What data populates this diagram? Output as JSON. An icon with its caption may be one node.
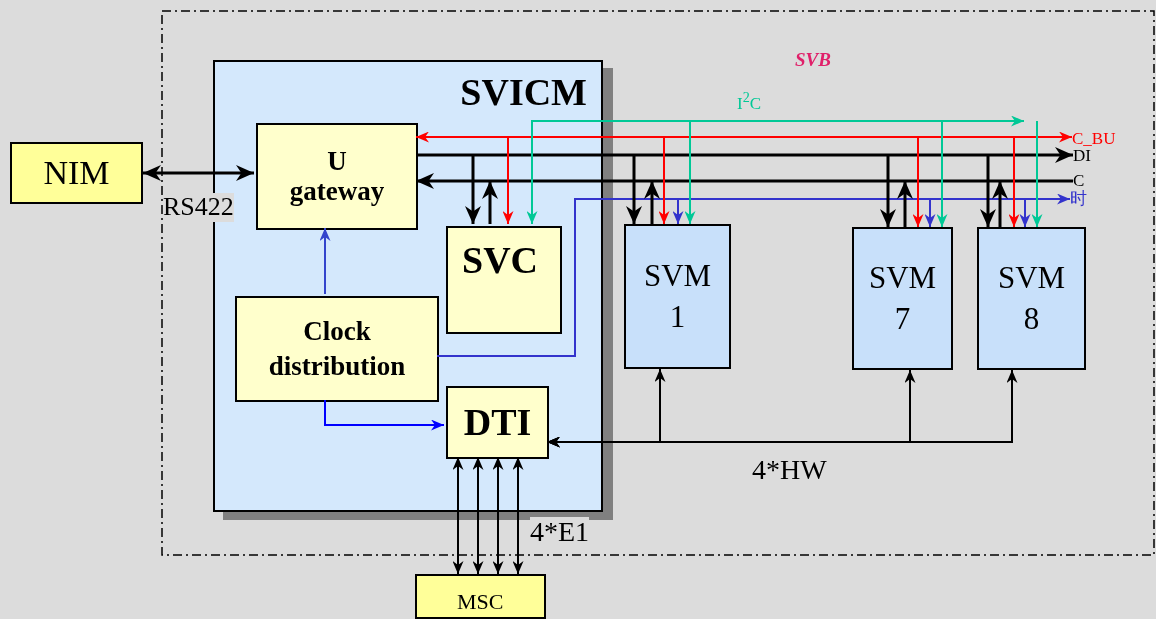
{
  "diagram": {
    "nodes": [
      {
        "text": [
          "SVB"
        ]
      },
      {
        "text": [
          "SVICM"
        ],
        "in": 0
      },
      {
        "text": [
          "NIM"
        ]
      },
      {
        "text": [
          "U gateway"
        ],
        "in": 1
      },
      {
        "text": [
          "SVC"
        ],
        "in": 1
      },
      {
        "text": [
          "Clock distribution"
        ],
        "in": 1
      },
      {
        "text": [
          "DTI"
        ],
        "in": 1
      },
      {
        "text": [
          "SVM 1"
        ],
        "in": 0
      },
      {
        "text": [
          "SVM 7"
        ],
        "in": 0
      },
      {
        "text": [
          "SVM 8"
        ],
        "in": 0
      },
      {
        "text": [
          "MSC"
        ]
      },
      {
        "text": [
          "C_BU"
        ],
        "in": 0
      },
      {
        "text": [
          "DI"
        ],
        "in": 0
      },
      {
        "text": [
          "C"
        ],
        "in": 0
      },
      {
        "text": [
          "时"
        ],
        "in": 0
      }
    ],
    "edges": [
      {
        "from": 2,
        "to": 3,
        "arrow": "both",
        "label": "RS422"
      },
      {
        "from": 3,
        "to": 11,
        "arrow": "both",
        "color": "#ff0000"
      },
      {
        "from": 3,
        "to": 12,
        "arrow": "to"
      },
      {
        "from": 13,
        "to": 3,
        "arrow": "to"
      },
      {
        "from": 4,
        "to": null,
        "arrow": "both",
        "color": "#00c896",
        "label": "I$^{2}$C"
      },
      {
        "from": 5,
        "to": 14,
        "arrow": "to",
        "color": "#3333cc"
      },
      {
        "from": 5,
        "to": 3,
        "arrow": "to",
        "color": "#3344cc"
      },
      {
        "from": 5,
        "to": 6,
        "arrow": "to",
        "color": "#0000ff"
      },
      {
        "from": null,
        "to": 4,
        "arrow": "to"
      },
      {
        "from": 4,
        "to": null,
        "arrow": "to"
      },
      {
        "from": null,
        "to": 4,
        "arrow": "to",
        "color": "#ff0000"
      },
      {
        "from": null,
        "to": 7,
        "arrow": "to"
      },
      {
        "from": 7,
        "to": null,
        "arrow": "to"
      },
      {
        "from": null,
        "to": 7,
        "arrow": "to",
        "color": "#ff0000"
      },
      {
        "from": null,
        "to": 7,
        "arrow": "to",
        "color": "#3333cc"
      },
      {
        "from": null,
        "to": 7,
        "arrow": "to",
        "color": "#00c896"
      },
      {
        "from": null,
        "to": 8,
        "arrow": "to"
      },
      {
        "from": 8,
        "to": null,
        "arrow": "to"
      },
      {
        "from": null,
        "to": 8,
        "arrow": "to",
        "color": "#ff0000"
      },
      {
        "from": null,
        "to": 8,
        "arrow": "to",
        "color": "#3333cc"
      },
      {
        "from": null,
        "to": 8,
        "arrow": "to",
        "color": "#00c896"
      },
      {
        "from": null,
        "to": 9,
        "arrow": "to"
      },
      {
        "from": 9,
        "to": null,
        "arrow": "to"
      },
      {
        "from": null,
        "to": 9,
        "arrow": "to",
        "color": "#ff0000"
      },
      {
        "from": null,
        "to": 9,
        "arrow": "to",
        "color": "#3333cc"
      },
      {
        "from": null,
        "to": 9,
        "arrow": "to",
        "color": "#00c896"
      },
      {
        "from": 6,
        "to": 7,
        "arrow": "both"
      },
      {
        "from": 6,
        "to": 8,
        "arrow": "both",
        "label": "4*HW"
      },
      {
        "from": 6,
        "to": 9,
        "arrow": "both"
      },
      {
        "from": 6,
        "to": 10,
        "arrow": "both"
      },
      {
        "from": 6,
        "to": 10,
        "arrow": "both"
      },
      {
        "from": 6,
        "to": 10,
        "arrow": "both"
      },
      {
        "from": 6,
        "to": 10,
        "arrow": "both",
        "label": "4*E1"
      }
    ]
  }
}
